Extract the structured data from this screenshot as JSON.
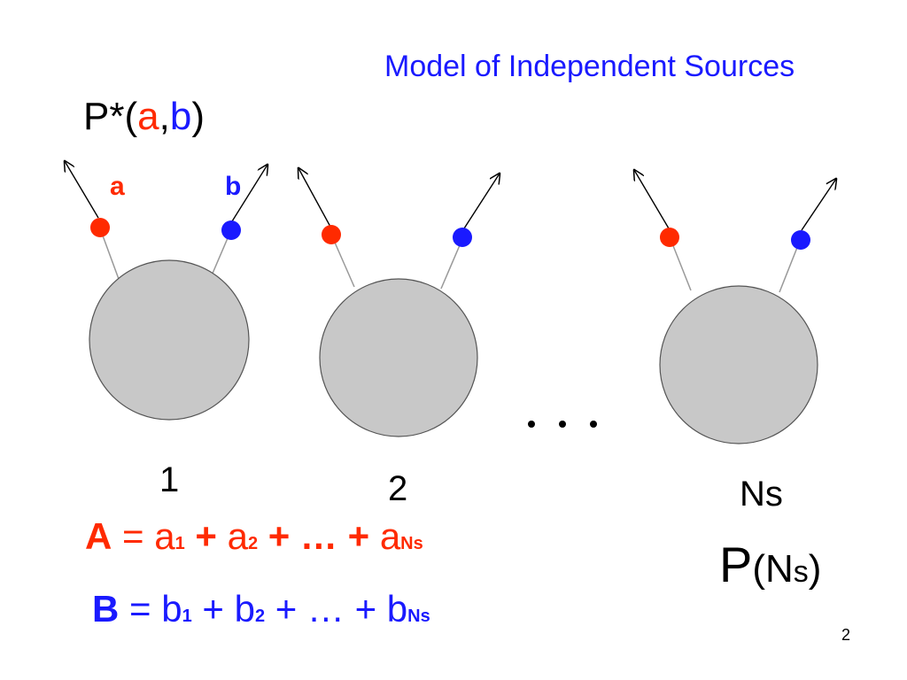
{
  "title": "Model of Independent Sources",
  "pstar": {
    "prefix": "P*(",
    "a": "a",
    "comma": ",",
    "b": "b",
    "suffix": ")"
  },
  "labels": {
    "a": "a",
    "b": "b"
  },
  "sources": [
    {
      "index_label": "1"
    },
    {
      "index_label": "2"
    },
    {
      "index_label": "Ns"
    }
  ],
  "ellipsis": "...",
  "equation_A": {
    "lhs": "A",
    "eq": " = ",
    "t1": "a",
    "s1": "1",
    "plus1": " + ",
    "t2": "a",
    "s2": "2",
    "plus2": " + … ",
    "plus3": " + ",
    "t3": "a",
    "s3": "Ns"
  },
  "equation_B": {
    "lhs": "B",
    "eq": " = ",
    "t1": "b",
    "s1": "1",
    "plus1": " + ",
    "t2": "b",
    "s2": "2",
    "plus2": " + … + ",
    "t3": "b",
    "s3": "Ns"
  },
  "p_ns": {
    "p": "P",
    "open": "(N",
    "s": "s",
    "close": ")"
  },
  "page_number": "2",
  "colors": {
    "red": "#ff2a00",
    "blue": "#1a1aff",
    "circle_fill": "#c8c8c8"
  }
}
